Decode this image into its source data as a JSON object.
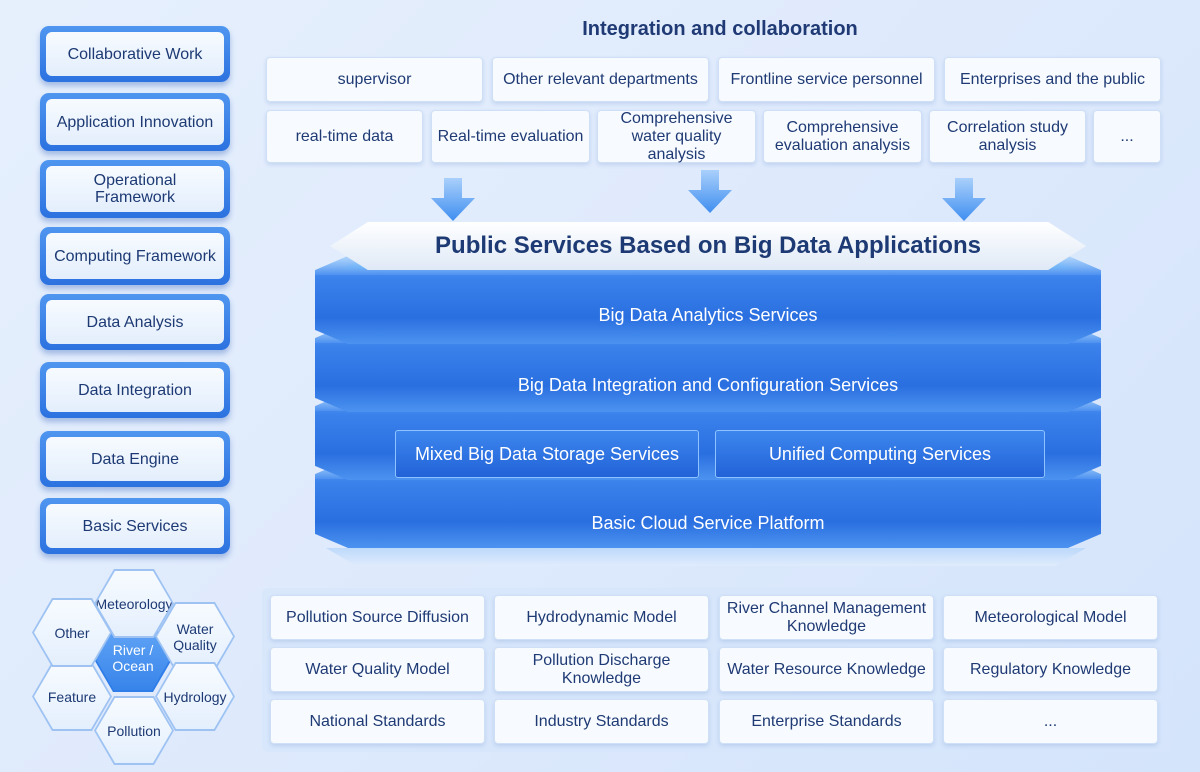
{
  "left_stack": [
    "Collaborative Work",
    "Application Innovation",
    "Operational Framework",
    "Computing Framework",
    "Data Analysis",
    "Data Integration",
    "Data Engine",
    "Basic Services"
  ],
  "hexagons": {
    "center": "River / Ocean",
    "top": "Meteorology",
    "upper_right": "Water Quality",
    "lower_right": "Hydrology",
    "bottom": "Pollution",
    "lower_left": "Feature",
    "upper_left": "Other"
  },
  "integration": {
    "title": "Integration and collaboration",
    "roles": [
      "supervisor",
      "Other relevant departments",
      "Frontline service personnel",
      "Enterprises and the public"
    ],
    "functions": [
      "real-time data",
      "Real-time evaluation",
      "Comprehensive water quality analysis",
      "Comprehensive evaluation analysis",
      "Correlation study analysis",
      "..."
    ]
  },
  "tower": {
    "title": "Public Services Based on Big Data Applications",
    "analytics": "Big Data Analytics Services",
    "integration": "Big Data Integration and Configuration Services",
    "storage": "Mixed Big Data Storage Services",
    "computing": "Unified Computing Services",
    "platform": "Basic Cloud Service Platform"
  },
  "knowledge": [
    [
      "Pollution Source Diffusion",
      "Hydrodynamic Model",
      "River Channel Management Knowledge",
      "Meteorological Model"
    ],
    [
      "Water Quality Model",
      "Pollution Discharge Knowledge",
      "Water Resource Knowledge",
      "Regulatory Knowledge"
    ],
    [
      "National Standards",
      "Industry Standards",
      "Enterprise Standards",
      "..."
    ]
  ],
  "colors": {
    "accent": "#2c72e0",
    "text": "#1f3a74",
    "background": "#e2edfc"
  }
}
